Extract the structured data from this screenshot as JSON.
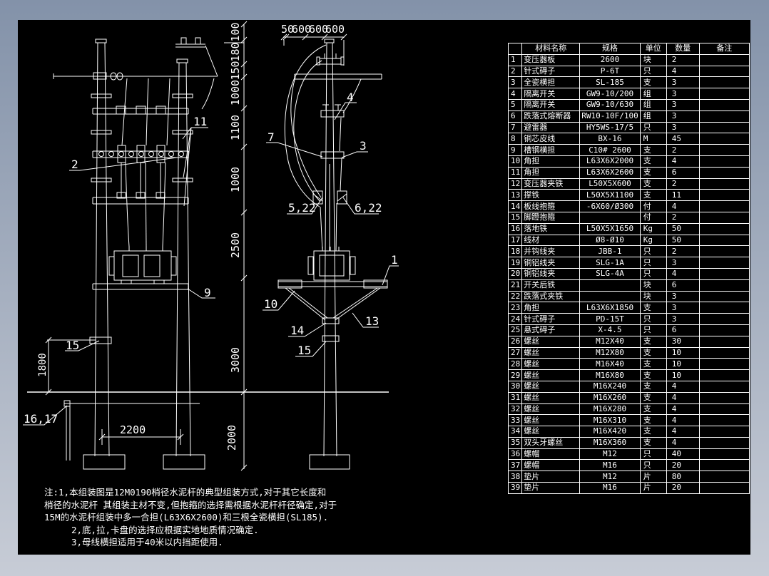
{
  "canvas": {
    "background_top": "#8392A9",
    "background_bottom": "#C7CCD6",
    "drawing_background": "#000000",
    "line_color": "#FFFFFF"
  },
  "materials_table": {
    "headers": [
      "",
      "材料名称",
      "规格",
      "单位",
      "数量",
      "备注"
    ],
    "rows": [
      [
        "1",
        "变压器板",
        "2600",
        "块",
        "2",
        ""
      ],
      [
        "2",
        "针式碍子",
        "P-6T",
        "只",
        "4",
        ""
      ],
      [
        "3",
        "全瓷横担",
        "SL-185",
        "支",
        "3",
        ""
      ],
      [
        "4",
        "隔离开关",
        "GW9-10/200",
        "组",
        "3",
        ""
      ],
      [
        "5",
        "隔离开关",
        "GW9-10/630",
        "组",
        "3",
        ""
      ],
      [
        "6",
        "跌落式熔断器",
        "RW10-10F/100",
        "组",
        "3",
        ""
      ],
      [
        "7",
        "避雷器",
        "HY5WS-17/5",
        "只",
        "3",
        ""
      ],
      [
        "8",
        "铜芯皮线",
        "BX-16",
        "M",
        "45",
        ""
      ],
      [
        "9",
        "槽钢横担",
        "C10# 2600",
        "支",
        "2",
        ""
      ],
      [
        "10",
        "角担",
        "L63X6X2000",
        "支",
        "4",
        ""
      ],
      [
        "11",
        "角担",
        "L63X6X2600",
        "支",
        "6",
        ""
      ],
      [
        "12",
        "变压器夹铁",
        "L50X5X600",
        "支",
        "2",
        ""
      ],
      [
        "13",
        "撑铁",
        "L50X5X1100",
        "支",
        "11",
        ""
      ],
      [
        "14",
        "板线抱箍",
        "-6X60/Ø300",
        "付",
        "4",
        ""
      ],
      [
        "15",
        "脚蹬抱箍",
        "",
        "付",
        "2",
        ""
      ],
      [
        "16",
        "落地铁",
        "L50X5X1650",
        "Kg",
        "50",
        ""
      ],
      [
        "17",
        "线材",
        "Ø8-Ø10",
        "Kg",
        "50",
        ""
      ],
      [
        "18",
        "并钩线夹",
        "JBB-1",
        "只",
        "2",
        ""
      ],
      [
        "19",
        "铜铝线夹",
        "SLG-1A",
        "只",
        "3",
        ""
      ],
      [
        "20",
        "铜铝线夹",
        "SLG-4A",
        "只",
        "4",
        ""
      ],
      [
        "21",
        "开关后铁",
        "",
        "块",
        "6",
        ""
      ],
      [
        "22",
        "跌落式夹铁",
        "",
        "块",
        "3",
        ""
      ],
      [
        "23",
        "角担",
        "L63X6X1850",
        "支",
        "3",
        ""
      ],
      [
        "24",
        "针式碍子",
        "PD-15T",
        "只",
        "3",
        ""
      ],
      [
        "25",
        "悬式碍子",
        "X-4.5",
        "只",
        "6",
        ""
      ],
      [
        "26",
        "螺丝",
        "M12X40",
        "支",
        "30",
        ""
      ],
      [
        "27",
        "螺丝",
        "M12X80",
        "支",
        "10",
        ""
      ],
      [
        "28",
        "螺丝",
        "M16X40",
        "支",
        "10",
        ""
      ],
      [
        "29",
        "螺丝",
        "M16X80",
        "支",
        "10",
        ""
      ],
      [
        "30",
        "螺丝",
        "M16X240",
        "支",
        "4",
        ""
      ],
      [
        "31",
        "螺丝",
        "M16X260",
        "支",
        "4",
        ""
      ],
      [
        "32",
        "螺丝",
        "M16X280",
        "支",
        "4",
        ""
      ],
      [
        "33",
        "螺丝",
        "M16X310",
        "支",
        "4",
        ""
      ],
      [
        "34",
        "螺丝",
        "M16X420",
        "支",
        "4",
        ""
      ],
      [
        "35",
        "双头牙螺丝",
        "M16X360",
        "支",
        "4",
        ""
      ],
      [
        "36",
        "螺帽",
        "M12",
        "只",
        "40",
        ""
      ],
      [
        "37",
        "螺帽",
        "M16",
        "只",
        "20",
        ""
      ],
      [
        "38",
        "垫片",
        "M12",
        "片",
        "80",
        ""
      ],
      [
        "39",
        "垫片",
        "M16",
        "片",
        "20",
        ""
      ]
    ]
  },
  "notes": {
    "lines": [
      "注:1,本组装图是12M0190梢径水泥杆的典型组装方式,对于其它长度和",
      "梢径的水泥杆 其组装主材不变,但抱箍的选择需根据水泥杆杆径确定,对于",
      "15M的水泥杆组装中多一合担(L63X6X2600)和三根全瓷横担(SL185).",
      "2,底,拉,卡盘的选择应根据实地地质情况确定.",
      "3,母线横担适用于40米以内挡距使用."
    ]
  },
  "dimensions": {
    "top_chain": [
      "50",
      "600",
      "600",
      "600"
    ],
    "vertical_chain": [
      "100",
      "180",
      "150",
      "1000",
      "1100",
      "1000",
      "2500",
      "3000",
      "2000"
    ],
    "band_height": "1800",
    "pole_spacing": "2200"
  },
  "callouts": {
    "c1": "1",
    "c2": "2",
    "c3": "3",
    "c4": "4",
    "c522": "5,22",
    "c622": "6,22",
    "c7": "7",
    "c9": "9",
    "c10": "10",
    "c11": "11",
    "c13": "13",
    "c14": "14",
    "c15a": "15",
    "c15b": "15",
    "c1617": "16,17"
  }
}
